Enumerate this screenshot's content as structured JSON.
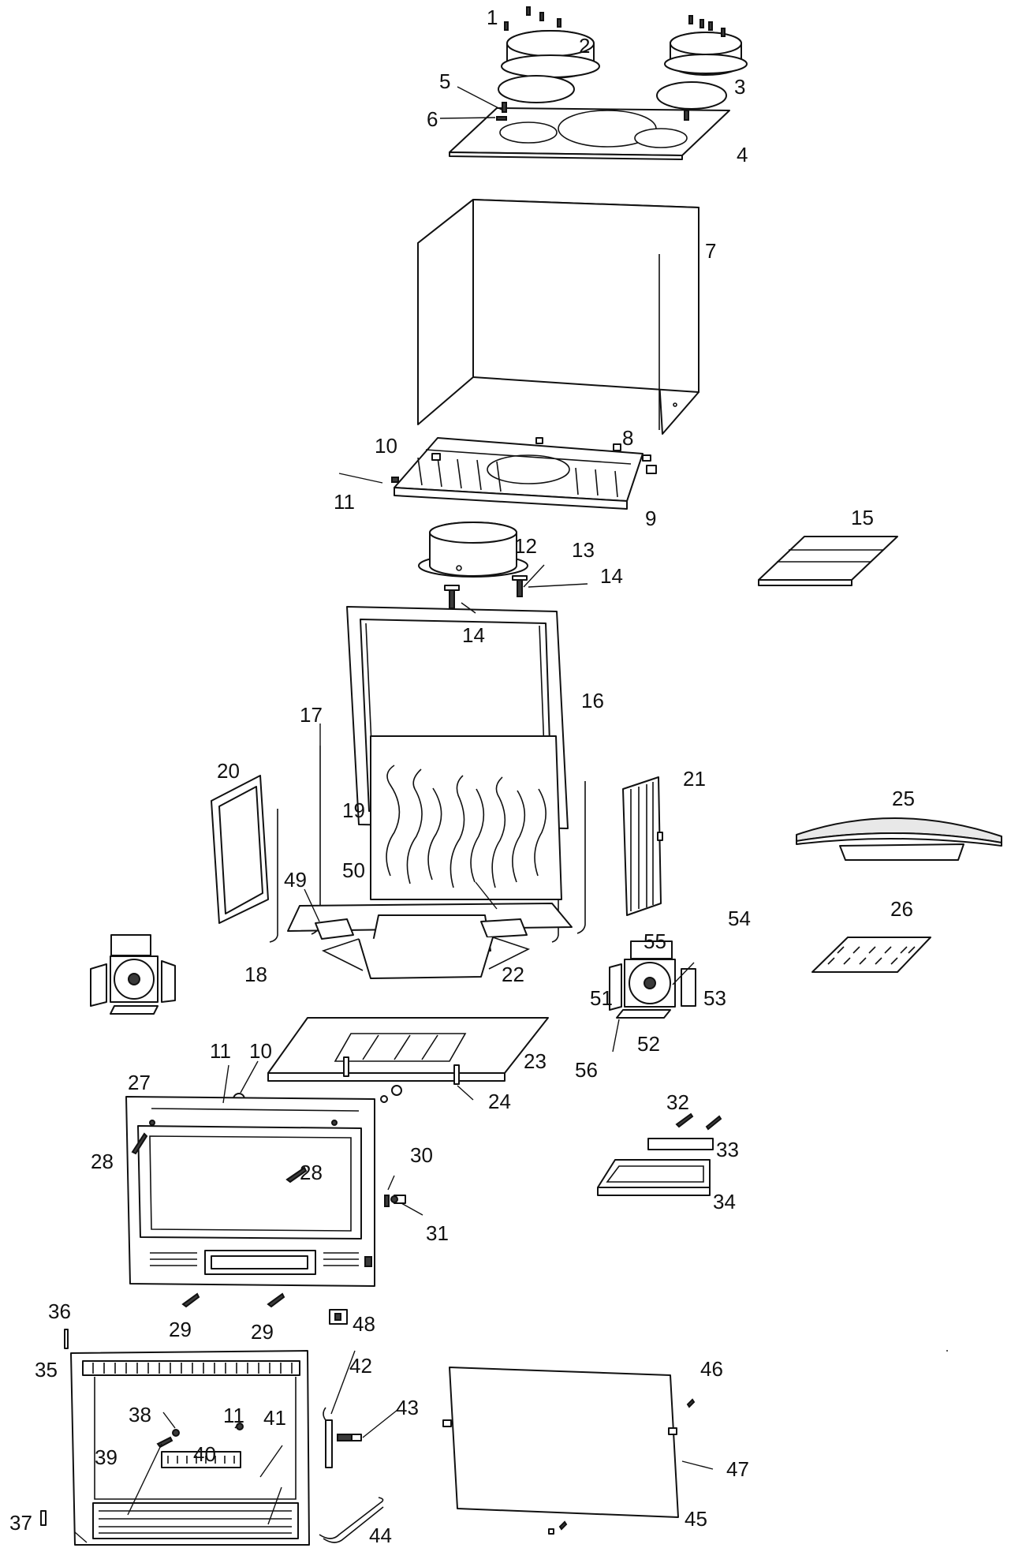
{
  "colors": {
    "line": "#111111",
    "fill": "#ffffff",
    "shade": "#e8e8e8"
  },
  "callouts": [
    {
      "id": "c1",
      "text": "1"
    },
    {
      "id": "c2",
      "text": "2"
    },
    {
      "id": "c3",
      "text": "3"
    },
    {
      "id": "c4",
      "text": "4"
    },
    {
      "id": "c5",
      "text": "5"
    },
    {
      "id": "c6",
      "text": "6"
    },
    {
      "id": "c7",
      "text": "7"
    },
    {
      "id": "c8",
      "text": "8"
    },
    {
      "id": "c9",
      "text": "9"
    },
    {
      "id": "c10a",
      "text": "10"
    },
    {
      "id": "c11a",
      "text": "11"
    },
    {
      "id": "c12",
      "text": "12"
    },
    {
      "id": "c13",
      "text": "13"
    },
    {
      "id": "c14a",
      "text": "14"
    },
    {
      "id": "c14b",
      "text": "14"
    },
    {
      "id": "c15",
      "text": "15"
    },
    {
      "id": "c16",
      "text": "16"
    },
    {
      "id": "c17",
      "text": "17"
    },
    {
      "id": "c18",
      "text": "18"
    },
    {
      "id": "c19",
      "text": "19"
    },
    {
      "id": "c20",
      "text": "20"
    },
    {
      "id": "c21",
      "text": "21"
    },
    {
      "id": "c22",
      "text": "22"
    },
    {
      "id": "c23",
      "text": "23"
    },
    {
      "id": "c24",
      "text": "24"
    },
    {
      "id": "c25",
      "text": "25"
    },
    {
      "id": "c26",
      "text": "26"
    },
    {
      "id": "c27",
      "text": "27"
    },
    {
      "id": "c28a",
      "text": "28"
    },
    {
      "id": "c28b",
      "text": "28"
    },
    {
      "id": "c29a",
      "text": "29"
    },
    {
      "id": "c29b",
      "text": "29"
    },
    {
      "id": "c30",
      "text": "30"
    },
    {
      "id": "c31",
      "text": "31"
    },
    {
      "id": "c32",
      "text": "32"
    },
    {
      "id": "c33",
      "text": "33"
    },
    {
      "id": "c34",
      "text": "34"
    },
    {
      "id": "c35",
      "text": "35"
    },
    {
      "id": "c36",
      "text": "36"
    },
    {
      "id": "c37",
      "text": "37"
    },
    {
      "id": "c38",
      "text": "38"
    },
    {
      "id": "c39",
      "text": "39"
    },
    {
      "id": "c40",
      "text": "40"
    },
    {
      "id": "c41",
      "text": "41"
    },
    {
      "id": "c42",
      "text": "42"
    },
    {
      "id": "c43",
      "text": "43"
    },
    {
      "id": "c44",
      "text": "44"
    },
    {
      "id": "c45",
      "text": "45"
    },
    {
      "id": "c46",
      "text": "46"
    },
    {
      "id": "c47",
      "text": "47"
    },
    {
      "id": "c48",
      "text": "48"
    },
    {
      "id": "c49",
      "text": "49"
    },
    {
      "id": "c50",
      "text": "50"
    },
    {
      "id": "c51",
      "text": "51"
    },
    {
      "id": "c52",
      "text": "52"
    },
    {
      "id": "c53",
      "text": "53"
    },
    {
      "id": "c54",
      "text": "54"
    },
    {
      "id": "c55",
      "text": "55"
    },
    {
      "id": "c56",
      "text": "56"
    },
    {
      "id": "c10b",
      "text": "10"
    },
    {
      "id": "c11b",
      "text": "11"
    },
    {
      "id": "c11c",
      "text": "11"
    }
  ]
}
